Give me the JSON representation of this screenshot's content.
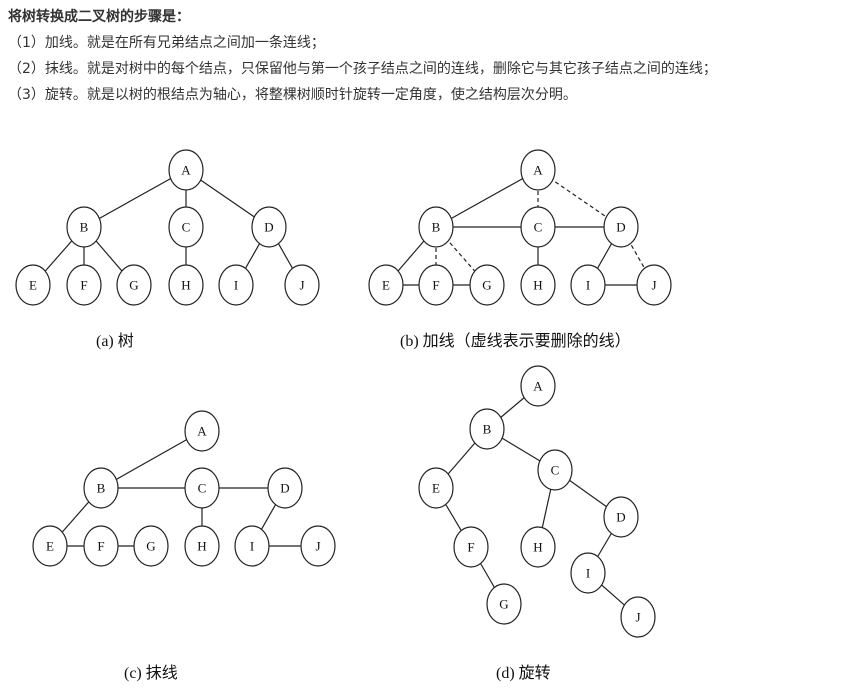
{
  "intro": {
    "title": "将树转换成二叉树的步骤是：",
    "steps": [
      "（1）加线。就是在所有兄弟结点之间加一条连线；",
      "（2）抹线。就是对树中的每个结点，只保留他与第一个孩子结点之间的连线，删除它与其它孩子结点之间的连线；",
      "（3）旋转。就是以树的根结点为轴心，将整棵树顺时针旋转一定角度，使之结构层次分明。"
    ]
  },
  "diagrams": [
    {
      "id": "a",
      "caption": "(a)  树",
      "nodes": [
        "A",
        "B",
        "C",
        "D",
        "E",
        "F",
        "G",
        "H",
        "I",
        "J"
      ],
      "edges": [
        [
          "A",
          "B",
          "solid"
        ],
        [
          "A",
          "C",
          "solid"
        ],
        [
          "A",
          "D",
          "solid"
        ],
        [
          "B",
          "E",
          "solid"
        ],
        [
          "B",
          "F",
          "solid"
        ],
        [
          "B",
          "G",
          "solid"
        ],
        [
          "C",
          "H",
          "solid"
        ],
        [
          "D",
          "I",
          "solid"
        ],
        [
          "D",
          "J",
          "solid"
        ]
      ]
    },
    {
      "id": "b",
      "caption": "(b)  加线（虚线表示要删除的线）",
      "nodes": [
        "A",
        "B",
        "C",
        "D",
        "E",
        "F",
        "G",
        "H",
        "I",
        "J"
      ],
      "edges": [
        [
          "A",
          "B",
          "solid"
        ],
        [
          "A",
          "C",
          "dashed"
        ],
        [
          "A",
          "D",
          "dashed"
        ],
        [
          "B",
          "E",
          "solid"
        ],
        [
          "B",
          "F",
          "dashed"
        ],
        [
          "B",
          "G",
          "dashed"
        ],
        [
          "C",
          "H",
          "solid"
        ],
        [
          "D",
          "I",
          "solid"
        ],
        [
          "D",
          "J",
          "dashed"
        ],
        [
          "B",
          "C",
          "solid"
        ],
        [
          "C",
          "D",
          "solid"
        ],
        [
          "E",
          "F",
          "solid"
        ],
        [
          "F",
          "G",
          "solid"
        ],
        [
          "I",
          "J",
          "solid"
        ]
      ]
    },
    {
      "id": "c",
      "caption": "(c)  抹线",
      "nodes": [
        "A",
        "B",
        "C",
        "D",
        "E",
        "F",
        "G",
        "H",
        "I",
        "J"
      ],
      "edges": [
        [
          "A",
          "B",
          "solid"
        ],
        [
          "B",
          "E",
          "solid"
        ],
        [
          "C",
          "H",
          "solid"
        ],
        [
          "D",
          "I",
          "solid"
        ],
        [
          "B",
          "C",
          "solid"
        ],
        [
          "C",
          "D",
          "solid"
        ],
        [
          "E",
          "F",
          "solid"
        ],
        [
          "F",
          "G",
          "solid"
        ],
        [
          "I",
          "J",
          "solid"
        ]
      ]
    },
    {
      "id": "d",
      "caption": "(d)  旋转",
      "nodes": [
        "A",
        "B",
        "C",
        "D",
        "E",
        "F",
        "G",
        "H",
        "I",
        "J"
      ],
      "edges": [
        [
          "A",
          "B",
          "solid"
        ],
        [
          "B",
          "E",
          "solid"
        ],
        [
          "B",
          "C",
          "solid"
        ],
        [
          "E",
          "F",
          "solid"
        ],
        [
          "F",
          "G",
          "solid"
        ],
        [
          "C",
          "H",
          "solid"
        ],
        [
          "C",
          "D",
          "solid"
        ],
        [
          "D",
          "I",
          "solid"
        ],
        [
          "I",
          "J",
          "solid"
        ]
      ]
    }
  ]
}
